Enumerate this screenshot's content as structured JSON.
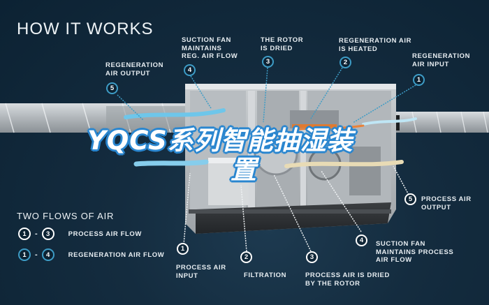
{
  "heading": "HOW IT WORKS",
  "overlay_title": {
    "line1": "YQCS系列智能抽湿装",
    "line2": "置"
  },
  "colors": {
    "background": "#142c3f",
    "regen_marker": "#3d9cc6",
    "process_marker": "#ffffff",
    "title_outline": "#2a86cf"
  },
  "top_callouts": [
    {
      "num": "5",
      "type": "regeneration",
      "label": "REGENERATION\nAIR OUTPUT"
    },
    {
      "num": "4",
      "type": "regeneration",
      "label": "SUCTION FAN\nMAINTAINS\nREG. AIR FLOW"
    },
    {
      "num": "3",
      "type": "regeneration",
      "label": "THE ROTOR\nIS DRIED"
    },
    {
      "num": "2",
      "type": "regeneration",
      "label": "REGENERATION AIR\nIS HEATED"
    },
    {
      "num": "1",
      "type": "regeneration",
      "label": "REGENERATION\nAIR INPUT"
    }
  ],
  "bottom_callouts": [
    {
      "num": "1",
      "type": "process",
      "label": "PROCESS AIR\nINPUT"
    },
    {
      "num": "2",
      "type": "process",
      "label": "FILTRATION"
    },
    {
      "num": "3",
      "type": "process",
      "label": "PROCESS AIR IS DRIED\nBY THE ROTOR"
    },
    {
      "num": "4",
      "type": "process",
      "label": "SUCTION FAN\nMAINTAINS PROCESS\nAIR FLOW"
    },
    {
      "num": "5",
      "type": "process",
      "label": "PROCESS AIR\nOUTPUT"
    }
  ],
  "legend": {
    "title": "TWO FLOWS OF AIR",
    "rows": [
      {
        "from": "1",
        "to": "3",
        "dash": "-",
        "label": "PROCESS AIR FLOW",
        "type": "process"
      },
      {
        "from": "1",
        "to": "4",
        "dash": "-",
        "label": "REGENERATION AIR FLOW",
        "type": "regeneration"
      }
    ]
  }
}
